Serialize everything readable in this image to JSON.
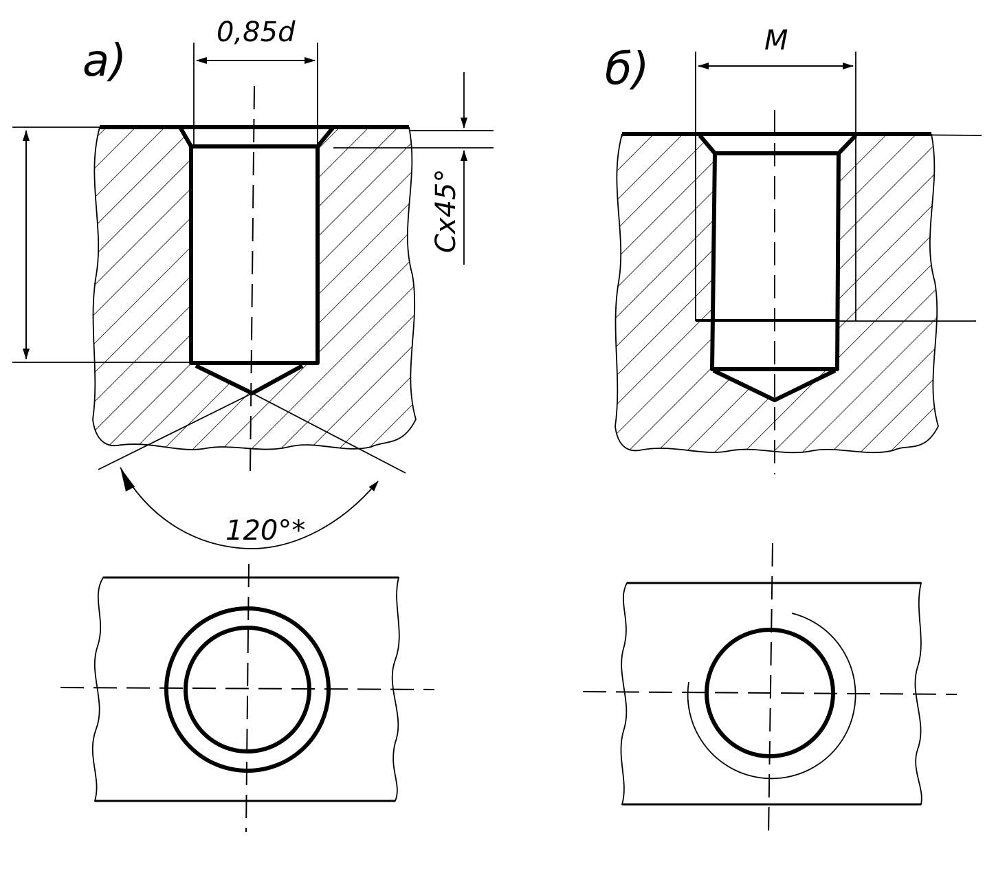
{
  "views": {
    "a": {
      "label": "а)",
      "dim_width": "0,85d",
      "dim_chamfer": "Cx45°",
      "dim_angle": "120°*"
    },
    "b": {
      "label": "б)",
      "dim_width": "M"
    }
  }
}
